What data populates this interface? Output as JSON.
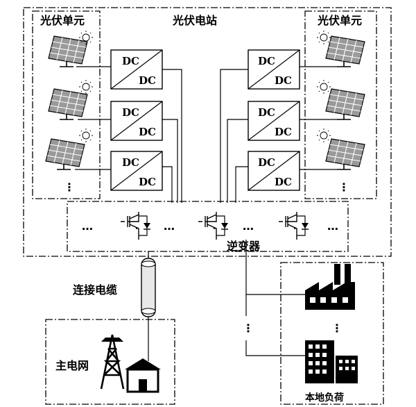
{
  "labels": {
    "pv_unit_left": "光伏单元",
    "pv_unit_right": "光伏单元",
    "pv_station": "光伏电站",
    "inverter": "逆变器",
    "cable": "连接电缆",
    "main_grid": "主电网",
    "local_load": "本地负荷"
  },
  "converter": {
    "top": "DC",
    "bottom": "DC"
  },
  "ellipsis": "…",
  "vdots": "⋮",
  "colors": {
    "line": "#000000",
    "panel": "#8c8c8c",
    "cable": "#e8e8e8"
  }
}
